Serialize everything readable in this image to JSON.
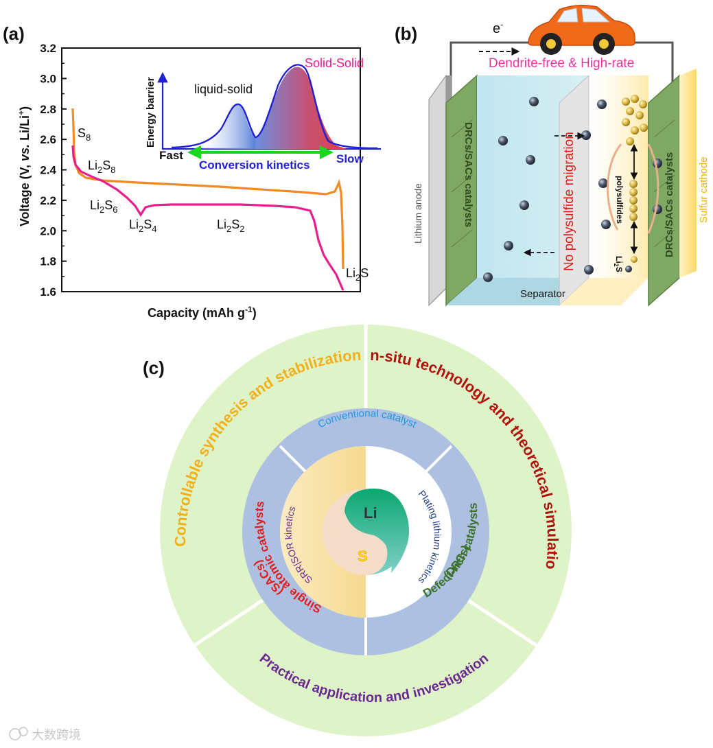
{
  "panel_a": {
    "label": "(a)",
    "ylabel_main": "Voltage (V, ",
    "ylabel_vs": "vs.",
    "ylabel_ref": " Li/Li",
    "ylabel_sup": "+",
    "ylabel_close": ")",
    "xlabel_main": "Capacity (mAh g",
    "xlabel_sup": "-1",
    "xlabel_close": ")",
    "yticks": [
      "3.2",
      "3.0",
      "2.8",
      "2.6",
      "2.4",
      "2.2",
      "2.0",
      "1.8",
      "1.6"
    ],
    "ylim": [
      1.6,
      3.2
    ],
    "colors": {
      "charge": "#f08a24",
      "discharge": "#e91e8c"
    },
    "species": {
      "s8": "S",
      "s8_sub": "8",
      "li2s8_a": "Li",
      "li2s8_s1": "2",
      "li2s8_b": "S",
      "li2s8_s2": "8",
      "li2s6_a": "Li",
      "li2s6_s1": "2",
      "li2s6_b": "S",
      "li2s6_s2": "6",
      "li2s4_a": "Li",
      "li2s4_s1": "2",
      "li2s4_b": "S",
      "li2s4_s2": "4",
      "li2s2_a": "Li",
      "li2s2_s1": "2",
      "li2s2_b": "S",
      "li2s2_s2": "2",
      "li2s_a": "Li",
      "li2s_s1": "2",
      "li2s_b": "S"
    },
    "inset": {
      "ylabel": "Energy barrier",
      "peak1": "liquid-solid",
      "peak2": "Solid-Solid",
      "fast": "Fast",
      "slow": "Slow",
      "axis": "Conversion kinetics"
    }
  },
  "panel_b": {
    "label": "(b)",
    "electron": "e",
    "electron_sup": "-",
    "banner": "Dendrite-free & High-rate",
    "anode": "Lithium anode",
    "cathode": "Sulfur cathode",
    "catalyst_left": "DRCs/SACs catalysts",
    "catalyst_right": "DRCs/SACs catalysts",
    "no_migration": "No polysulfide migration",
    "separator": "Separator",
    "polysulfides": "polysulfides",
    "li2s_a": "Li",
    "li2s_sub": "2",
    "li2s_b": "S"
  },
  "panel_c": {
    "label": "(c)",
    "outer_top_left": "Controllable synthesis and stabilization",
    "outer_top_right": "In-situ technology and theoretical simulation",
    "outer_bottom": "Practical application and investigation",
    "ring_top": "Conventional catalyst",
    "ring_left_1": "Single atomic catalysts",
    "ring_left_2": "(SACs)",
    "ring_right_1": "Defect-rich catalysts",
    "ring_right_2": "(DRCs)",
    "inner_left": "SRR|SOR kinetics",
    "inner_right": "Plating lithium kinetics",
    "core_li": "Li",
    "core_s": "S",
    "colors": {
      "outer": "#dff3c8",
      "ring": "#aec0e2",
      "yellow": "#f7e2aa",
      "green": "#14b07e",
      "peach": "#f5dcc8",
      "orange": "#f0b01c",
      "darkred": "#b1110b",
      "purple": "#6b2a91",
      "blue": "#1e96e0",
      "red": "#e11b1b",
      "darkgreen": "#3a7028",
      "navy": "#1f3c88"
    }
  },
  "watermark": "大数跨境"
}
